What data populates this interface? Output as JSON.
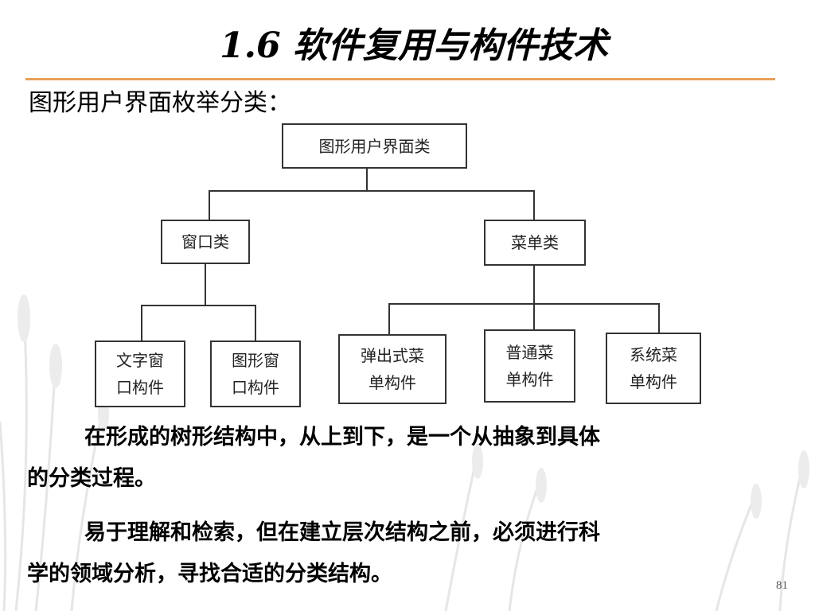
{
  "slide": {
    "title": "1.6 软件复用与构件技术",
    "subtitle": "图形用户界面枚举分类：",
    "page_number": "81",
    "accent_color": "#e8a05a"
  },
  "diagram": {
    "root": "图形用户界面类",
    "level1": {
      "window": "窗口类",
      "menu": "菜单类"
    },
    "level2": {
      "text_window": "文字窗\n口构件",
      "graphic_window": "图形窗\n口构件",
      "popup_menu": "弹出式菜\n单构件",
      "normal_menu": "普通菜\n单构件",
      "system_menu": "系统菜\n单构件"
    }
  },
  "paragraphs": {
    "p1_line1": "在形成的树形结构中，从上到下，是一个从抽象到具体",
    "p1_line2": "的分类过程。",
    "p2_line1": "易于理解和检索，但在建立层次结构之前，必须进行科",
    "p2_line2": "学的领域分析，寻找合适的分类结构。"
  }
}
